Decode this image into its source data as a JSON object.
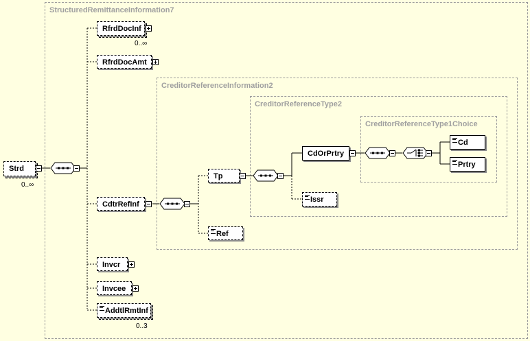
{
  "groups": {
    "structured_remittance": "StructuredRemittanceInformation7",
    "creditor_reference_information": "CreditorReferenceInformation2",
    "creditor_reference_type": "CreditorReferenceType2",
    "creditor_reference_choice": "CreditorReferenceType1Choice"
  },
  "elements": {
    "strd": {
      "label": "Strd",
      "cardinality": "0..∞"
    },
    "rfrd_doc_inf": {
      "label": "RfrdDocInf",
      "cardinality": "0..∞"
    },
    "rfrd_doc_amt": {
      "label": "RfrdDocAmt"
    },
    "cdtr_ref_inf": {
      "label": "CdtrRefInf"
    },
    "tp": {
      "label": "Tp"
    },
    "cd_or_prtry": {
      "label": "CdOrPrtry"
    },
    "cd": {
      "label": "Cd"
    },
    "prtry": {
      "label": "Prtry"
    },
    "issr": {
      "label": "Issr"
    },
    "ref": {
      "label": "Ref"
    },
    "invcr": {
      "label": "Invcr"
    },
    "invcee": {
      "label": "Invcee"
    },
    "addtl_rmt_inf": {
      "label": "AddtlRmtInf",
      "cardinality": "0..3"
    }
  }
}
